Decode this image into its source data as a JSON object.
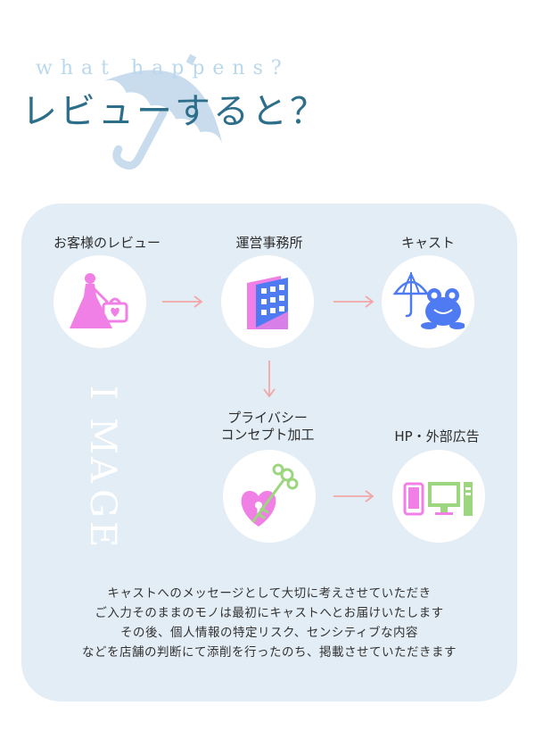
{
  "header": {
    "subtitle": "what happens?",
    "title": "レビューすると？"
  },
  "side_word": {
    "letters": [
      "I",
      "M",
      "A",
      "G",
      "E"
    ]
  },
  "flow": {
    "customer_review": {
      "label": "お客様のレビュー",
      "icon": "woman-shopping-icon"
    },
    "office": {
      "label": "運営事務所",
      "icon": "office-building-icon"
    },
    "cast": {
      "label": "キャスト",
      "icon": "umbrella-frog-icon"
    },
    "privacy": {
      "label_line1": "プライバシー",
      "label_line2": "コンセプト加工",
      "icon": "heart-lock-key-icon"
    },
    "publish": {
      "label": "HP・外部広告",
      "icon": "phone-monitor-icon"
    }
  },
  "description": [
    "キャストへのメッセージとして大切に考えさせていただき",
    "ご入力そのままのモノは最初にキャストへとお届けいたします",
    "その後、個人情報の特定リスク、センシティブな内容",
    "などを店舗の判断にて添削を行ったのち、掲載させていただきます"
  ],
  "colors": {
    "title": "#2d6f8a",
    "subtitle": "#b9d8ec",
    "panel": "#e3edf5",
    "arrow": "#f2a7a7",
    "pink": "#f07fe6",
    "blue": "#4f7bf2",
    "green": "#9cd67f"
  }
}
